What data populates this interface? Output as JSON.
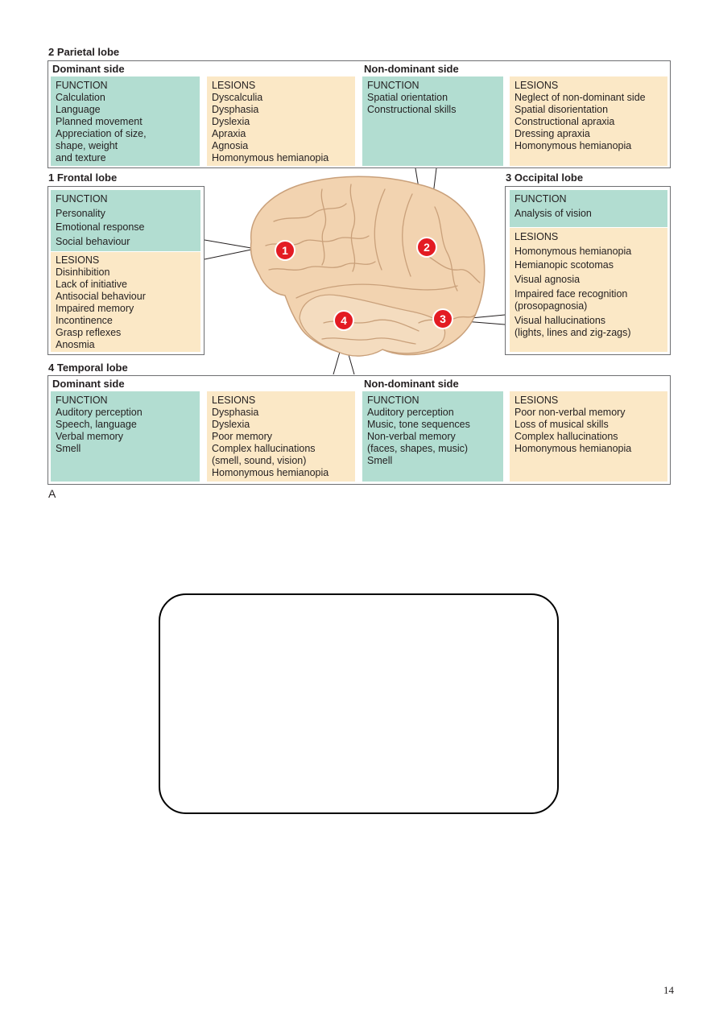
{
  "parietal": {
    "title": "2 Parietal lobe",
    "dominant": {
      "title": "Dominant side",
      "function_heading": "FUNCTION",
      "functions": [
        "Calculation",
        "Language",
        "Planned movement",
        "Appreciation of size,",
        "shape, weight",
        "and texture"
      ],
      "lesions_heading": "LESIONS",
      "lesions": [
        "Dyscalculia",
        "Dysphasia",
        "Dyslexia",
        "Apraxia",
        "Agnosia",
        "Homonymous hemianopia"
      ]
    },
    "nondominant": {
      "title": "Non-dominant side",
      "function_heading": "FUNCTION",
      "functions": [
        "Spatial orientation",
        "Constructional skills"
      ],
      "lesions_heading": "LESIONS",
      "lesions": [
        "Neglect of non-dominant side",
        "Spatial disorientation",
        "Constructional apraxia",
        "Dressing apraxia",
        "Homonymous hemianopia"
      ]
    }
  },
  "frontal": {
    "title": "1 Frontal lobe",
    "function_heading": "FUNCTION",
    "functions": [
      "Personality",
      "Emotional response",
      "Social behaviour"
    ],
    "lesions_heading": "LESIONS",
    "lesions": [
      "Disinhibition",
      "Lack of initiative",
      "Antisocial behaviour",
      "Impaired memory",
      "Incontinence",
      "Grasp reflexes",
      "Anosmia"
    ]
  },
  "occipital": {
    "title": "3 Occipital lobe",
    "function_heading": "FUNCTION",
    "functions": [
      "Analysis of vision"
    ],
    "lesions_heading": "LESIONS",
    "lesions": [
      "Homonymous hemianopia",
      "Hemianopic scotomas",
      "Visual agnosia",
      "Impaired face recognition",
      "(prosopagnosia)",
      "Visual hallucinations",
      "(lights, lines and zig-zags)"
    ]
  },
  "temporal": {
    "title": "4 Temporal lobe",
    "dominant": {
      "title": "Dominant side",
      "function_heading": "FUNCTION",
      "functions": [
        "Auditory perception",
        "Speech, language",
        "Verbal memory",
        "Smell"
      ],
      "lesions_heading": "LESIONS",
      "lesions": [
        "Dysphasia",
        "Dyslexia",
        "Poor memory",
        "Complex hallucinations",
        "(smell, sound, vision)",
        "Homonymous hemianopia"
      ]
    },
    "nondominant": {
      "title": "Non-dominant side",
      "function_heading": "FUNCTION",
      "functions": [
        "Auditory perception",
        "Music, tone sequences",
        "Non-verbal memory",
        "(faces, shapes, music)",
        "Smell"
      ],
      "lesions_heading": "LESIONS",
      "lesions": [
        "Poor non-verbal memory",
        "Loss of musical skills",
        "Complex hallucinations",
        "Homonymous hemianopia"
      ]
    }
  },
  "markers": [
    "1",
    "2",
    "3",
    "4"
  ],
  "colors": {
    "function_bg": "#b2ddd1",
    "lesion_bg": "#fbe8c6",
    "marker": "#e31b23",
    "brain": "#f2d3b0"
  },
  "figure_label": "A",
  "page_number": "14"
}
